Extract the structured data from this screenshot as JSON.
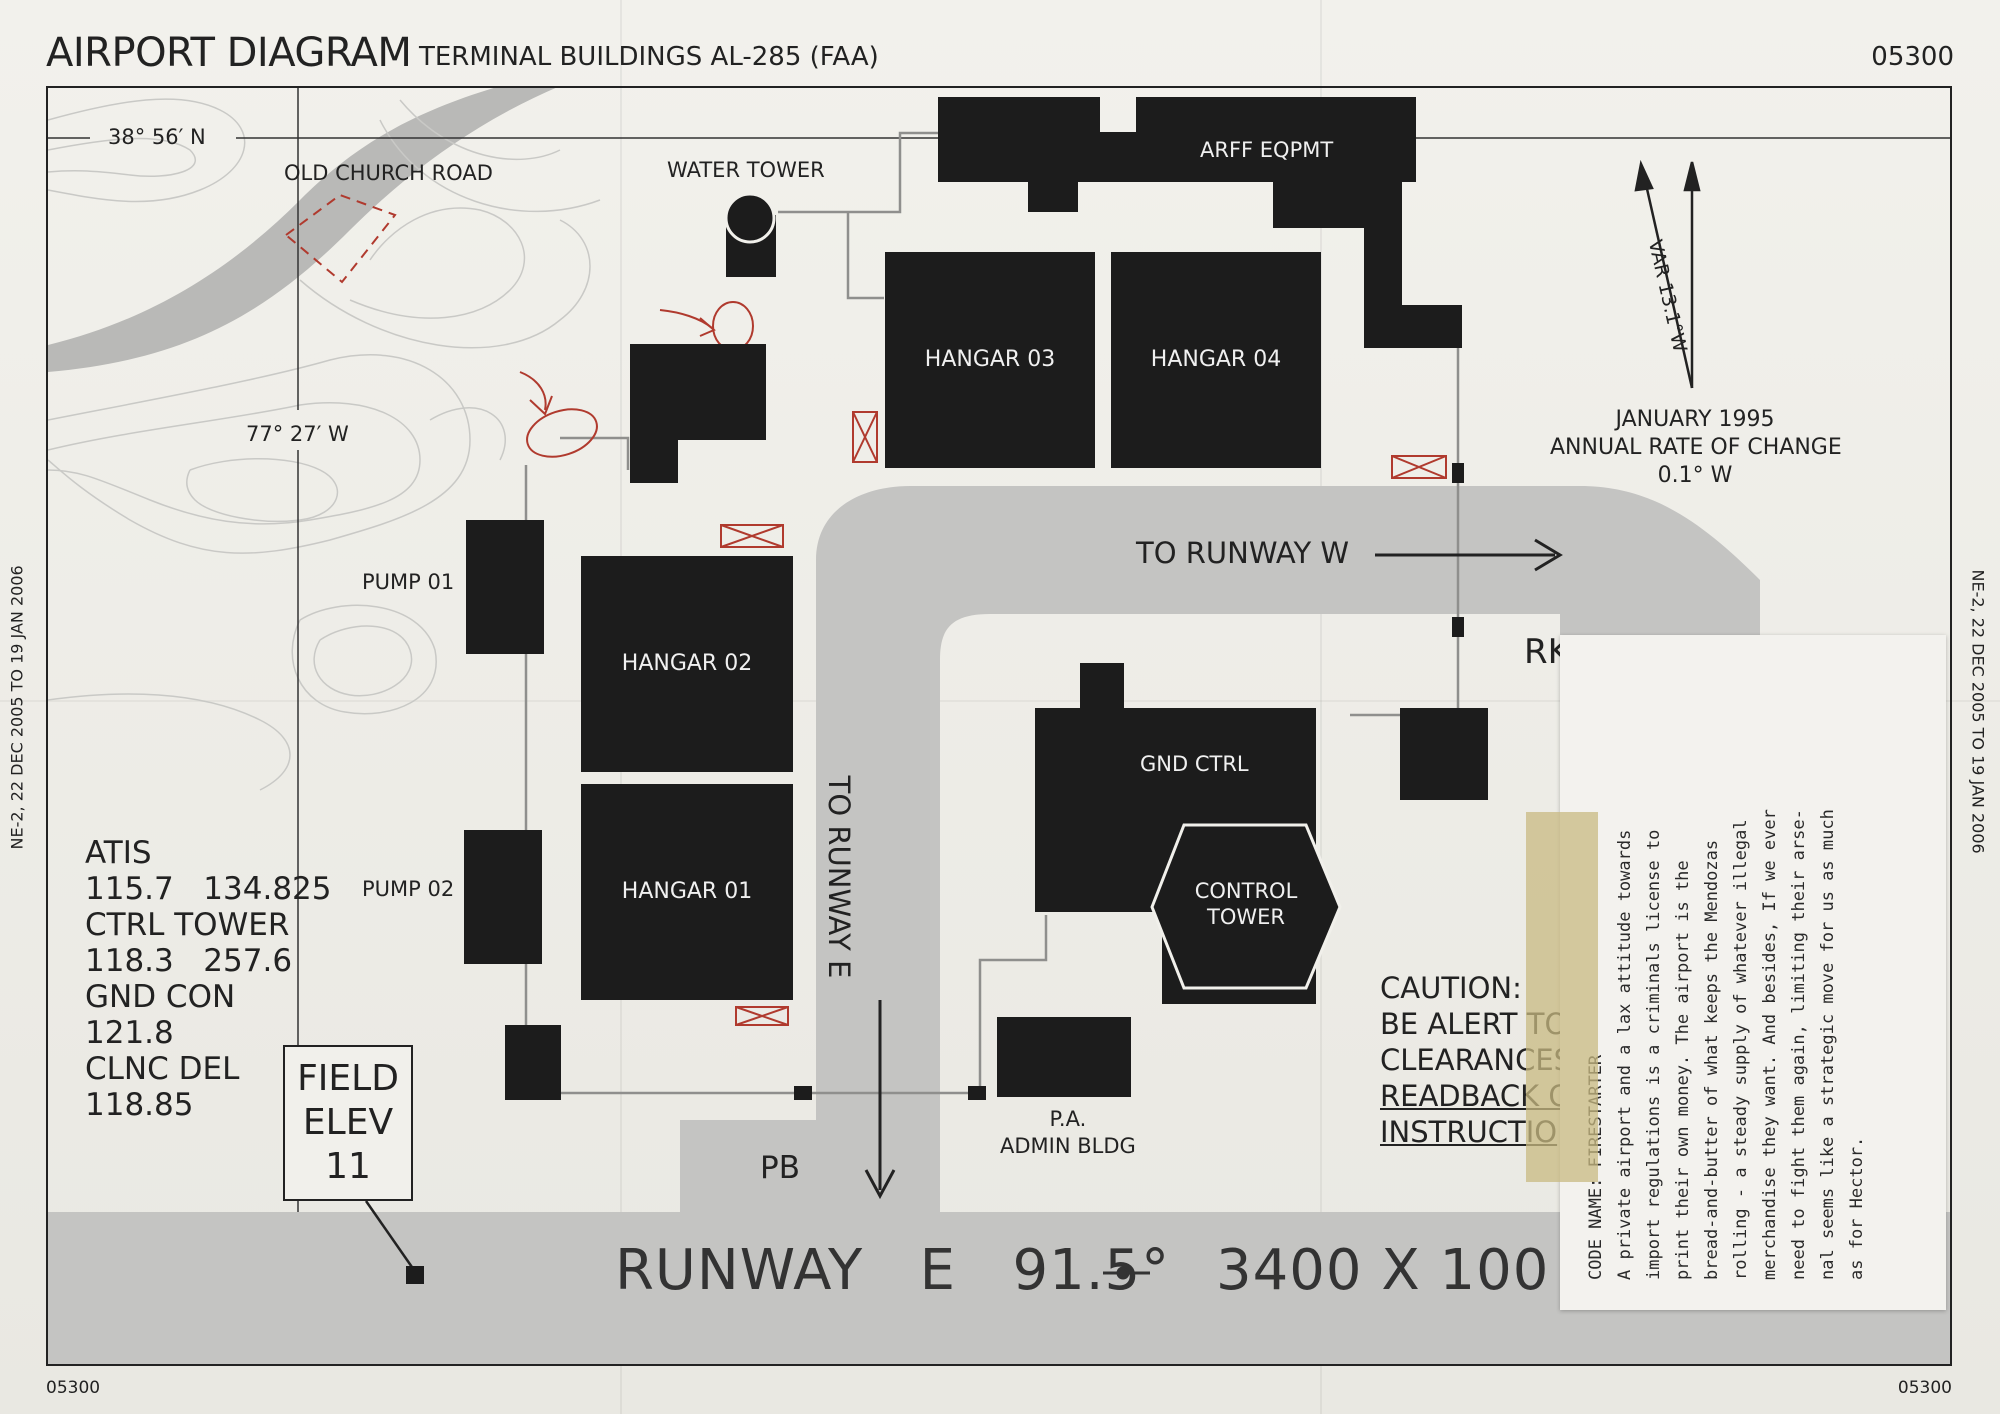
{
  "header": {
    "title": "AIRPORT DIAGRAM",
    "subtitle": "TERMINAL BUILDINGS AL-285 (FAA)",
    "code": "05300"
  },
  "side_notes": {
    "left": "NE-2, 22 DEC 2005 TO 19 JAN 2006",
    "right": "NE-2, 22 DEC 2005 TO 19 JAN 2006"
  },
  "footer": {
    "left": "05300",
    "right": "05300"
  },
  "coords": {
    "lat": "38° 56′ N",
    "lon": "77° 27′ W"
  },
  "roads": {
    "old_church_road": "OLD CHURCH ROAD"
  },
  "labels": {
    "water_tower": "WATER TOWER",
    "pump_01": "PUMP 01",
    "pump_02": "PUMP 02",
    "pb": "PB",
    "admin_bldg_line1": "P.A.",
    "admin_bldg_line2": "ADMIN BLDG",
    "rk": "RK"
  },
  "buildings": {
    "arff": "ARFF EQPMT",
    "hangar_01": "HANGAR 01",
    "hangar_02": "HANGAR 02",
    "hangar_03": "HANGAR 03",
    "hangar_04": "HANGAR 04",
    "gnd_ctrl": "GND CTRL",
    "control_tower_line1": "CONTROL",
    "control_tower_line2": "TOWER"
  },
  "magnetic": {
    "var": "VAR 13.1°W",
    "date": "JANUARY 1995",
    "rate_label": "ANNUAL RATE OF CHANGE",
    "rate_value": "0.1° W"
  },
  "taxi": {
    "to_runway_w": "TO RUNWAY W",
    "to_runway_e": "TO RUNWAY E"
  },
  "frequencies": [
    "ATIS",
    "115.7   134.825",
    "CTRL TOWER",
    "118.3   257.6",
    "GND CON",
    "121.8",
    "CLNC DEL",
    "118.85"
  ],
  "field_elev": {
    "line1": "FIELD",
    "line2": "ELEV",
    "line3": "11"
  },
  "runway": {
    "name": "RUNWAY",
    "designator": "E",
    "heading": "91.5°",
    "dimensions": "3400 X 100"
  },
  "caution": {
    "line1": "CAUTION:",
    "line2": "BE ALERT TO I",
    "line3": "CLEARANCES",
    "line4": "READBACK C",
    "line5": "INSTRUCTIO"
  },
  "note": {
    "code_name": "CODE NAME: FIRESTARTER",
    "lines": [
      "A private airport and a lax attitude towards",
      "import regulations is a criminals license to",
      "print their own money. The airport is the",
      "bread-and-butter of what keeps the Mendozas",
      "rolling - a steady supply of whatever illegal",
      "merchandise they want. And besides, If we ever",
      "need to fight them again, limiting their arse-",
      "nal seems like a strategic move for us as much",
      "as for Hector."
    ]
  },
  "colors": {
    "building": "#1c1c1c",
    "taxiway": "#c4c4c2",
    "annotation_red": "#b03a2e",
    "paper": "#f1f0eb",
    "tape": "#c8b982"
  }
}
